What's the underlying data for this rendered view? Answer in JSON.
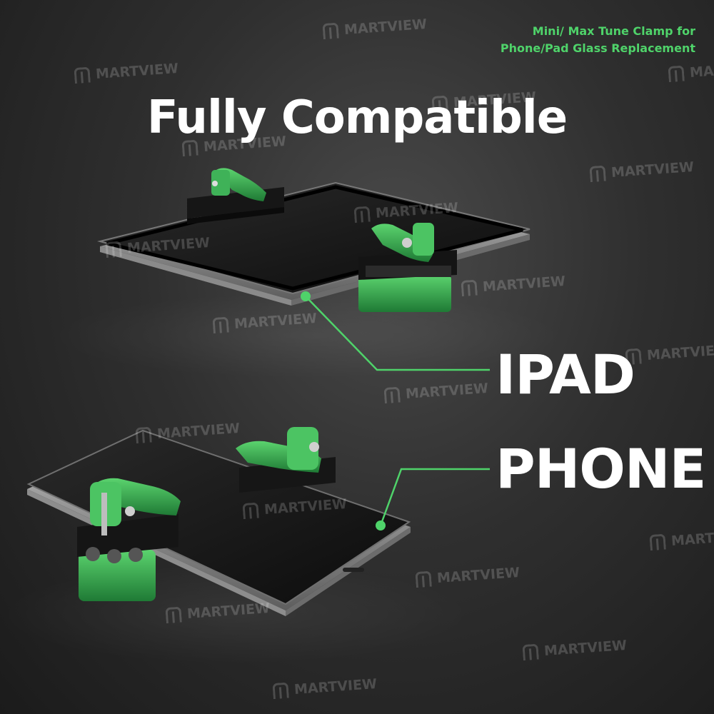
{
  "tagline": {
    "line1": "Mini/ Max Tune Clamp for",
    "line2": "Phone/Pad Glass Replacement"
  },
  "headline": "Fully Compatible",
  "callouts": {
    "ipad": "IPAD",
    "phone": "PHONE"
  },
  "watermark": {
    "text": "MARTVIEW"
  },
  "colors": {
    "accent": "#4fd36a",
    "clamp_green": "#2f9e48",
    "background": "#2f2f2f"
  }
}
